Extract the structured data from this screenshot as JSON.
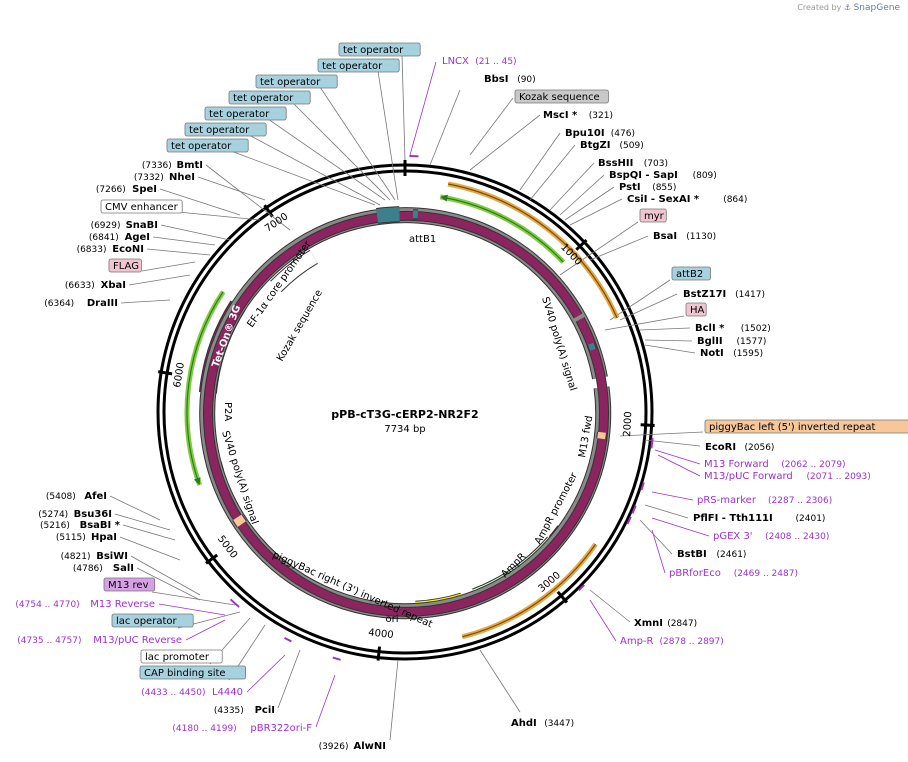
{
  "watermark": {
    "prefix": "Created by",
    "brand": "SnapGene"
  },
  "plasmid": {
    "name": "pPB-cT3G-cERP2-NR2F2",
    "length_label": "7734 bp",
    "length": 7734
  },
  "ticks": [
    "1000",
    "2000",
    "3000",
    "4000",
    "5000",
    "6000",
    "7000"
  ],
  "colors": {
    "backbone": "#000000",
    "purple": "#9a32cd",
    "enzyme": "#000000",
    "ori": "#ffff00",
    "ampr": "#ccffcc",
    "teton": "#8c2460",
    "feature_blue": "#a6d1df",
    "feature_pink": "#f0c4d0",
    "inverted_repeat": "#f7c79a",
    "promoter": "#ffffff",
    "primer_region_orange": "#e0a030",
    "primer_region_green": "#80cc40"
  },
  "enzymes": [
    {
      "name": "BbsI",
      "pos": "(90)"
    },
    {
      "name": "MscI *",
      "pos": "(321)"
    },
    {
      "name": "Bpu10I",
      "pos": "(476)"
    },
    {
      "name": "BtgZI",
      "pos": "(509)"
    },
    {
      "name": "BssHII",
      "pos": "(703)"
    },
    {
      "name": "BspQI - SapI",
      "pos": "(809)"
    },
    {
      "name": "PstI",
      "pos": "(855)"
    },
    {
      "name": "CsiI - SexAI *",
      "pos": "(864)"
    },
    {
      "name": "BsaI",
      "pos": "(1130)"
    },
    {
      "name": "BstZ17I",
      "pos": "(1417)"
    },
    {
      "name": "BclI *",
      "pos": "(1502)"
    },
    {
      "name": "BglII",
      "pos": "(1577)"
    },
    {
      "name": "NotI",
      "pos": "(1595)"
    },
    {
      "name": "EcoRI",
      "pos": "(2056)"
    },
    {
      "name": "PflFI - Tth111I",
      "pos": "(2401)"
    },
    {
      "name": "BstBI",
      "pos": "(2461)"
    },
    {
      "name": "XmnI",
      "pos": "(2847)"
    },
    {
      "name": "AhdI",
      "pos": "(3447)"
    },
    {
      "name": "AlwNI",
      "pos": "(3926)"
    },
    {
      "name": "PciI",
      "pos": "(4335)"
    },
    {
      "name": "SalI",
      "pos": "(4786)"
    },
    {
      "name": "BsiWI",
      "pos": "(4821)"
    },
    {
      "name": "HpaI",
      "pos": "(5115)"
    },
    {
      "name": "BsaBI *",
      "pos": "(5216)"
    },
    {
      "name": "Bsu36I",
      "pos": "(5274)"
    },
    {
      "name": "AfeI",
      "pos": "(5408)"
    },
    {
      "name": "DraIII",
      "pos": "(6364)"
    },
    {
      "name": "XbaI",
      "pos": "(6633)"
    },
    {
      "name": "EcoNI",
      "pos": "(6833)"
    },
    {
      "name": "AgeI",
      "pos": "(6841)"
    },
    {
      "name": "SnaBI",
      "pos": "(6929)"
    },
    {
      "name": "SpeI",
      "pos": "(7266)"
    },
    {
      "name": "NheI",
      "pos": "(7332)"
    },
    {
      "name": "BmtI",
      "pos": "(7336)"
    }
  ],
  "primers": [
    {
      "name": "LNCX",
      "pos": "(21 .. 45)"
    },
    {
      "name": "M13 Forward",
      "pos": "(2062 .. 2079)"
    },
    {
      "name": "M13/pUC Forward",
      "pos": "(2071 .. 2093)"
    },
    {
      "name": "pRS-marker",
      "pos": "(2287 .. 2306)"
    },
    {
      "name": "pGEX 3'",
      "pos": "(2408 .. 2430)"
    },
    {
      "name": "pBRforEco",
      "pos": "(2469 .. 2487)"
    },
    {
      "name": "Amp-R",
      "pos": "(2878 .. 2897)"
    },
    {
      "name": "pBR322ori-F",
      "pos": "(4180 .. 4199)"
    },
    {
      "name": "L4440",
      "pos": "(4433 .. 4450)"
    },
    {
      "name": "M13/pUC Reverse",
      "pos": "(4735 .. 4757)"
    },
    {
      "name": "M13 Reverse",
      "pos": "(4754 .. 4770)"
    }
  ],
  "boxed_labels": [
    {
      "name": "tet operator",
      "color": "#a6d1df"
    },
    {
      "name": "tet operator",
      "color": "#a6d1df"
    },
    {
      "name": "tet operator",
      "color": "#a6d1df"
    },
    {
      "name": "tet operator",
      "color": "#a6d1df"
    },
    {
      "name": "tet operator",
      "color": "#a6d1df"
    },
    {
      "name": "tet operator",
      "color": "#a6d1df"
    },
    {
      "name": "tet operator",
      "color": "#a6d1df"
    },
    {
      "name": "Kozak sequence",
      "color": "#c8c8c8"
    },
    {
      "name": "myr",
      "color": "#f0c4d0"
    },
    {
      "name": "attB2",
      "color": "#a6d1df"
    },
    {
      "name": "HA",
      "color": "#f0c4d0"
    },
    {
      "name": "piggyBac left (5') inverted repeat",
      "color": "#f7c79a"
    },
    {
      "name": "CMV enhancer",
      "color": "#ffffff"
    },
    {
      "name": "FLAG",
      "color": "#f0c4d0"
    },
    {
      "name": "M13 rev",
      "color": "#d7a0e6"
    },
    {
      "name": "lac operator",
      "color": "#a6d1df"
    },
    {
      "name": "lac promoter",
      "color": "#ffffff"
    },
    {
      "name": "CAP binding site",
      "color": "#a6d1df"
    }
  ],
  "inner_labels": {
    "attb1": "attB1",
    "sv40_top": "SV40 poly(A) signal",
    "m13fwd": "M13 fwd",
    "amprp": "AmpR promoter",
    "ampr": "AmpR",
    "ori": "ori",
    "pbright": "piggyBac right (3') inverted repeat",
    "sv40_left": "SV40 poly(A) signal",
    "p2a": "P2A",
    "teton": "Tet-On® 3G",
    "ef1a": "EF-1α core promoter",
    "kozak": "Kozak sequence"
  }
}
